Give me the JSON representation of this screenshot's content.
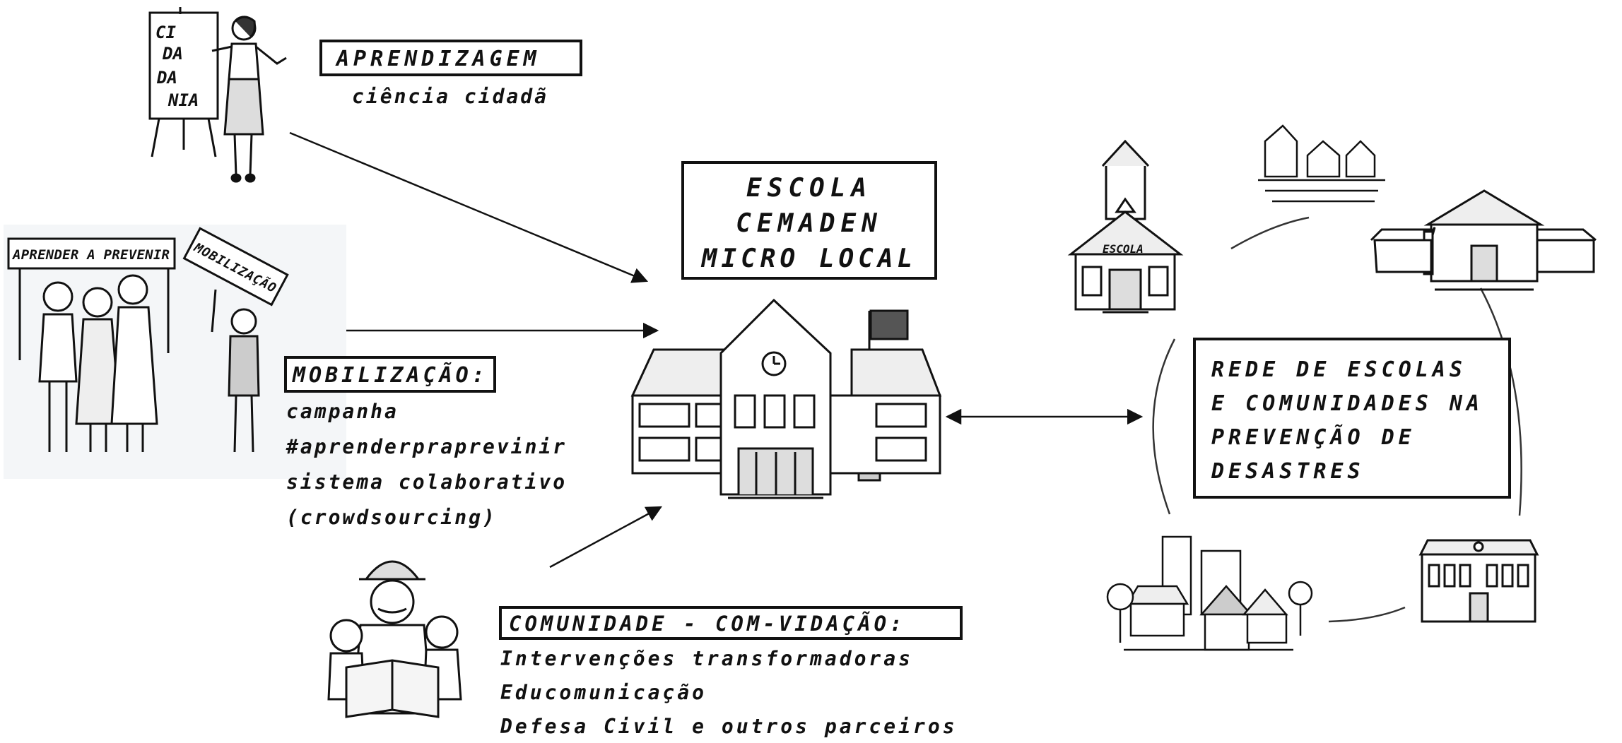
{
  "learning": {
    "title": "APRENDIZAGEM",
    "subtitle": "ciência cidadã",
    "easel_text": [
      "CI",
      "DA",
      "DA",
      "NIA"
    ]
  },
  "mobilization": {
    "title": "MOBILIZAÇÃO:",
    "lines": [
      "campanha",
      "#aprenderpraprevinir",
      "sistema colaborativo",
      "(crowdsourcing)"
    ],
    "banner": "APRENDER A PREVENIR",
    "sign": "MOBILIZAÇÃO"
  },
  "center": {
    "lines": [
      "ESCOLA",
      "CEMADEN",
      "MICRO LOCAL"
    ]
  },
  "community": {
    "title": "COMUNIDADE - COM-VIDAÇÃO:",
    "lines": [
      "Intervenções transformadoras",
      "Educomunicação",
      "Defesa Civil e outros parceiros"
    ]
  },
  "network": {
    "lines": [
      "REDE DE ESCOLAS",
      "E COMUNIDADES NA",
      "PREVENÇÃO DE",
      "DESASTRES"
    ],
    "school_sign": "ESCOLA"
  }
}
